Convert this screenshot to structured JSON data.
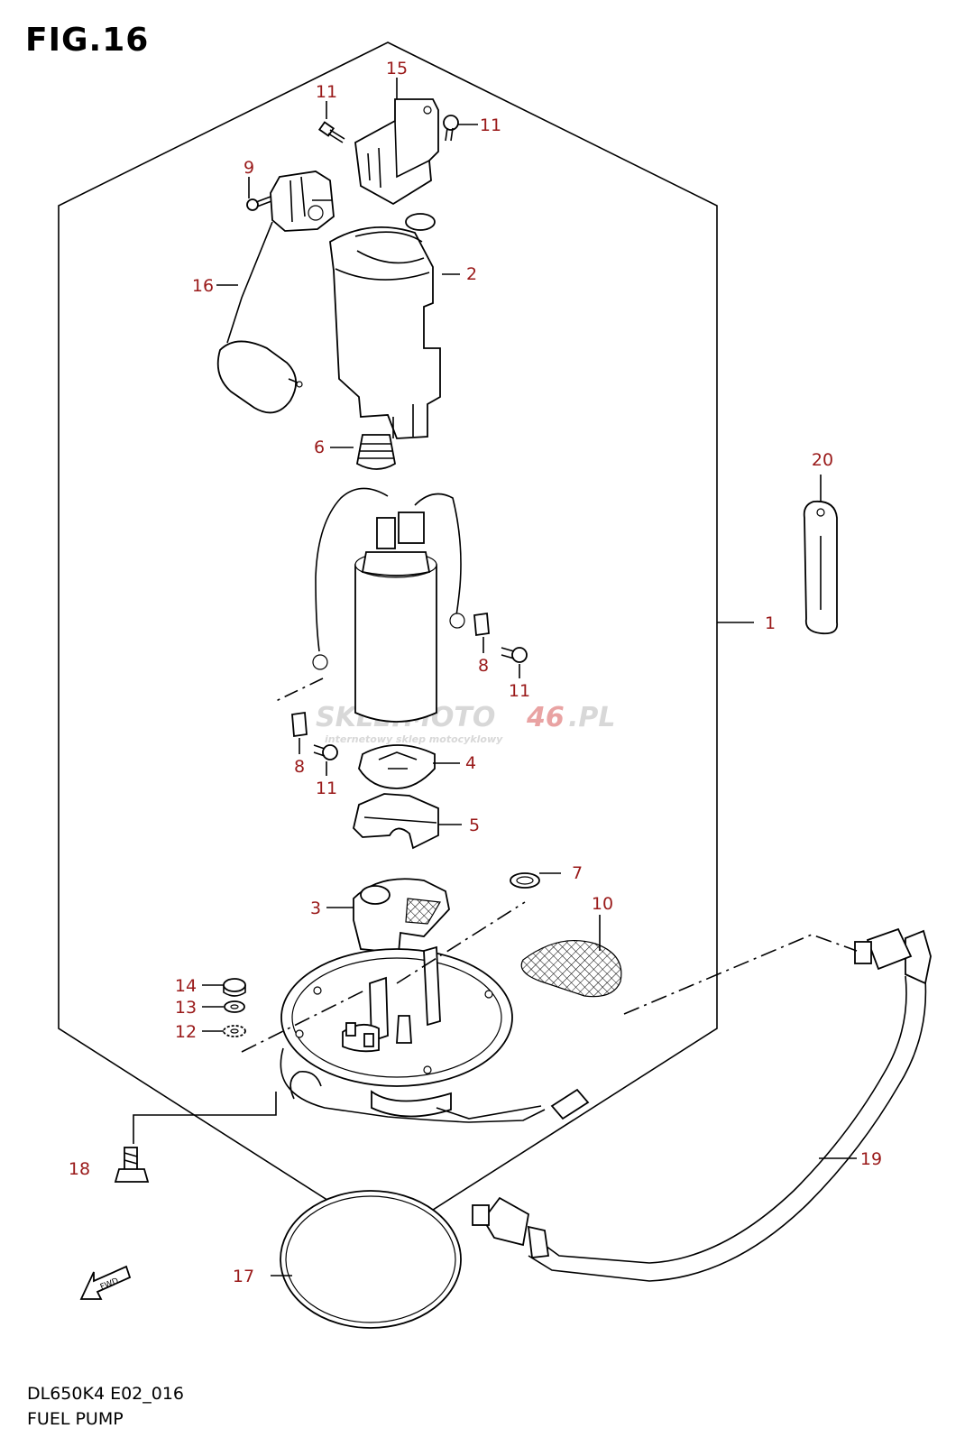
{
  "figure": {
    "title": "FIG.16",
    "code": "DL650K4 E02_016",
    "name": "FUEL PUMP"
  },
  "watermark": {
    "brand_left": "SKLEP",
    "brand_mid": "MOTO",
    "brand_num": "46",
    "brand_right": ".PL",
    "tagline": "internetowy sklep motocyklowy"
  },
  "fwd_label": "FWD",
  "callouts": {
    "c1": "1",
    "c2": "2",
    "c3": "3",
    "c4": "4",
    "c5": "5",
    "c6": "6",
    "c7": "7",
    "c8a": "8",
    "c8b": "8",
    "c9": "9",
    "c10": "10",
    "c11a": "11",
    "c11b": "11",
    "c11c": "11",
    "c11d": "11",
    "c12": "12",
    "c13": "13",
    "c14": "14",
    "c15": "15",
    "c16": "16",
    "c17": "17",
    "c18": "18",
    "c19": "19",
    "c20": "20"
  },
  "colors": {
    "callout": "#9a1a1a",
    "line": "#000000",
    "watermark": "#d8d8d8",
    "watermark_accent": "#e9a3a3"
  }
}
